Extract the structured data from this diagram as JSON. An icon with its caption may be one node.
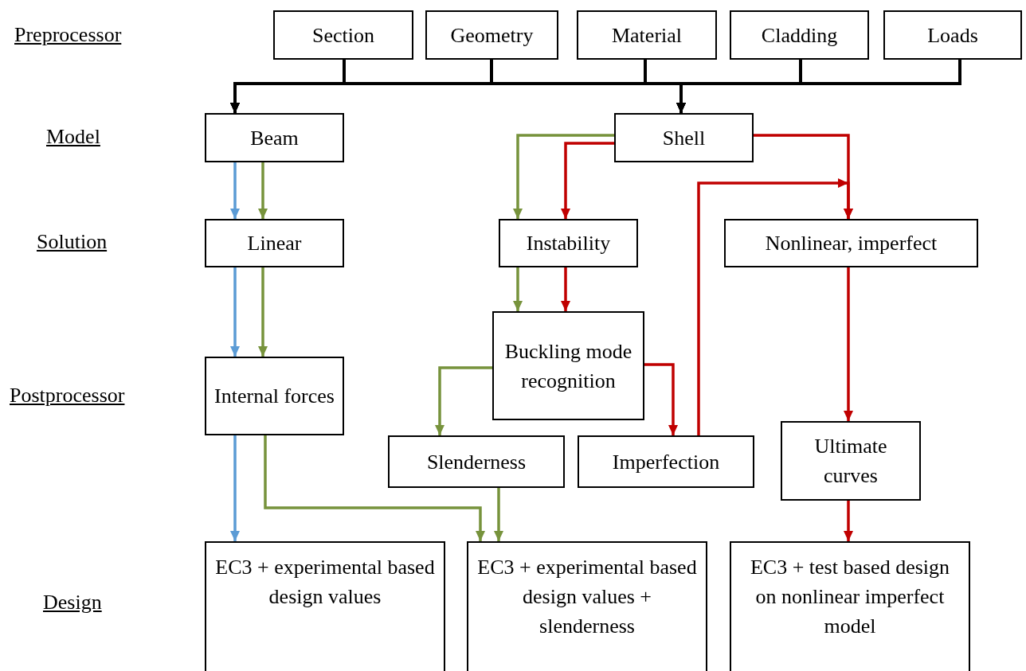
{
  "diagram": {
    "nodes": [
      {
        "text": [
          "Section"
        ]
      },
      {
        "text": [
          "Geometry"
        ]
      },
      {
        "text": [
          "Material"
        ]
      },
      {
        "text": [
          "Cladding"
        ]
      },
      {
        "text": [
          "Loads"
        ]
      },
      {
        "text": [
          "Beam"
        ]
      },
      {
        "text": [
          "Shell"
        ]
      },
      {
        "text": [
          "Linear"
        ]
      },
      {
        "text": [
          "Instability"
        ]
      },
      {
        "text": [
          "Nonlinear, imperfect"
        ]
      },
      {
        "text": [
          "Internal forces"
        ]
      },
      {
        "text": [
          "Buckling mode recognition"
        ]
      },
      {
        "text": [
          "Slenderness"
        ]
      },
      {
        "text": [
          "Imperfection"
        ]
      },
      {
        "text": [
          "Ultimate curves"
        ]
      },
      {
        "text": [
          "EC3 + experimental based design values"
        ]
      },
      {
        "text": [
          "EC3 + experimental based design values + slenderness"
        ]
      },
      {
        "text": [
          "EC3 + test based design on nonlinear imperfect model"
        ]
      }
    ],
    "edges": [
      {
        "from": 0,
        "to": 5,
        "arrow": "to"
      },
      {
        "from": 1,
        "to": 5,
        "arrow": "to"
      },
      {
        "from": 2,
        "to": 5,
        "arrow": "to"
      },
      {
        "from": 3,
        "to": 5,
        "arrow": "to"
      },
      {
        "from": 4,
        "to": 5,
        "arrow": "to"
      },
      {
        "from": 0,
        "to": 6,
        "arrow": "to"
      },
      {
        "from": 1,
        "to": 6,
        "arrow": "to"
      },
      {
        "from": 2,
        "to": 6,
        "arrow": "to"
      },
      {
        "from": 3,
        "to": 6,
        "arrow": "to"
      },
      {
        "from": 4,
        "to": 6,
        "arrow": "to"
      },
      {
        "from": 5,
        "to": 7,
        "arrow": "to",
        "color": "#5b9bd5"
      },
      {
        "from": 7,
        "to": 10,
        "arrow": "to",
        "color": "#5b9bd5"
      },
      {
        "from": 10,
        "to": 15,
        "arrow": "to",
        "color": "#5b9bd5"
      },
      {
        "from": 5,
        "to": 7,
        "arrow": "to",
        "color": "#77933c"
      },
      {
        "from": 7,
        "to": 10,
        "arrow": "to",
        "color": "#77933c"
      },
      {
        "from": 10,
        "to": 16,
        "arrow": "to",
        "color": "#77933c"
      },
      {
        "from": 6,
        "to": 8,
        "arrow": "to",
        "color": "#77933c"
      },
      {
        "from": 8,
        "to": 11,
        "arrow": "to",
        "color": "#77933c"
      },
      {
        "from": 11,
        "to": 12,
        "arrow": "to",
        "color": "#77933c"
      },
      {
        "from": 12,
        "to": 16,
        "arrow": "to",
        "color": "#77933c"
      },
      {
        "from": 6,
        "to": 8,
        "arrow": "to",
        "color": "#c00000"
      },
      {
        "from": 8,
        "to": 11,
        "arrow": "to",
        "color": "#c00000"
      },
      {
        "from": 11,
        "to": 13,
        "arrow": "to",
        "color": "#c00000"
      },
      {
        "from": 13,
        "to": 9,
        "arrow": "to",
        "color": "#c00000"
      },
      {
        "from": 6,
        "to": 9,
        "arrow": "to",
        "color": "#c00000"
      },
      {
        "from": 9,
        "to": 14,
        "arrow": "to",
        "color": "#c00000"
      },
      {
        "from": 14,
        "to": 17,
        "arrow": "to",
        "color": "#c00000"
      }
    ],
    "labels": [
      "Preprocessor",
      "Model",
      "Solution",
      "Postprocessor",
      "Design"
    ]
  }
}
